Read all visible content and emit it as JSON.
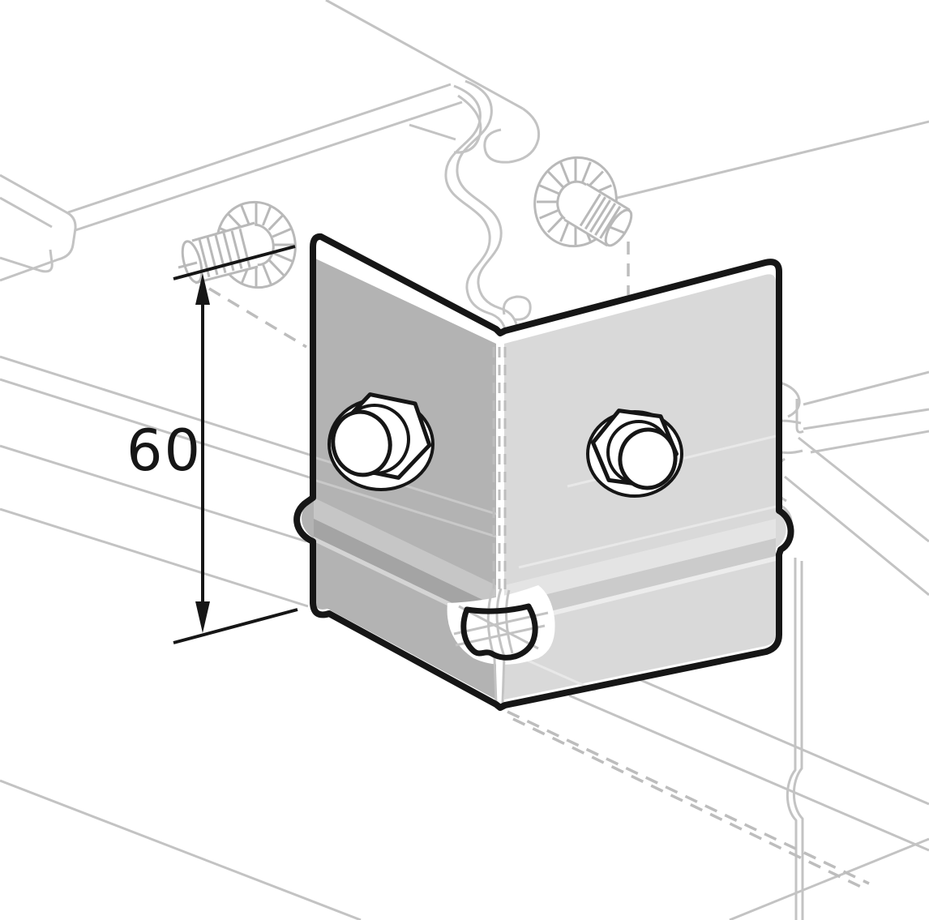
{
  "figure": {
    "type": "technical-illustration",
    "subject": "corner angle bracket mounted at the junction of two cable-tray side rails, fixed with hex bolts and serrated flange screws"
  },
  "dimension": {
    "label": "60"
  },
  "colors": {
    "outline": "#161616",
    "rail_gray": "#c3c3c3",
    "face_left": "#b3b3b3",
    "face_right": "#d9d9d9",
    "bead_light_left": "#c6c6c6",
    "bead_dark_left": "#a4a4a4",
    "bead_light_right": "#e4e4e4",
    "bead_dark_right": "#cbcbcb",
    "background": "#ffffff"
  }
}
